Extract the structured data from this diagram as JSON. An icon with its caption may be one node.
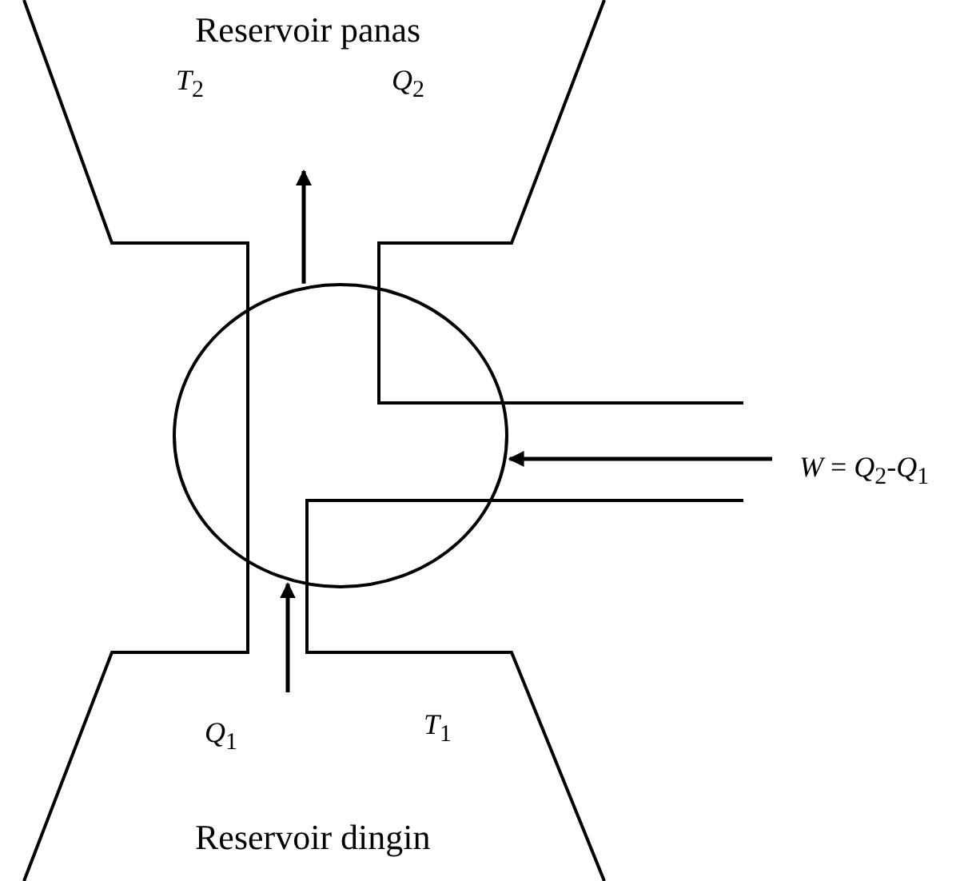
{
  "diagram": {
    "nodes": [
      {
        "text": [
          "Reservoir panas",
          "*T*$_{2}$"
        ]
      },
      {
        "text": [],
        "shape": "circle"
      },
      {
        "text": [
          "*T*$_{1}$",
          "Reservoir dingin"
        ]
      }
    ],
    "edges": [
      {
        "from": 1,
        "to": 0,
        "arrow": "to",
        "label": "*Q*$_{2}$"
      },
      {
        "from": 2,
        "to": 1,
        "arrow": "to",
        "label": "*Q*$_{1}$"
      },
      {
        "from": null,
        "to": 1,
        "arrow": "to",
        "label": "*W* = *Q*$_{2}$-*Q*$_{1}$"
      }
    ]
  }
}
